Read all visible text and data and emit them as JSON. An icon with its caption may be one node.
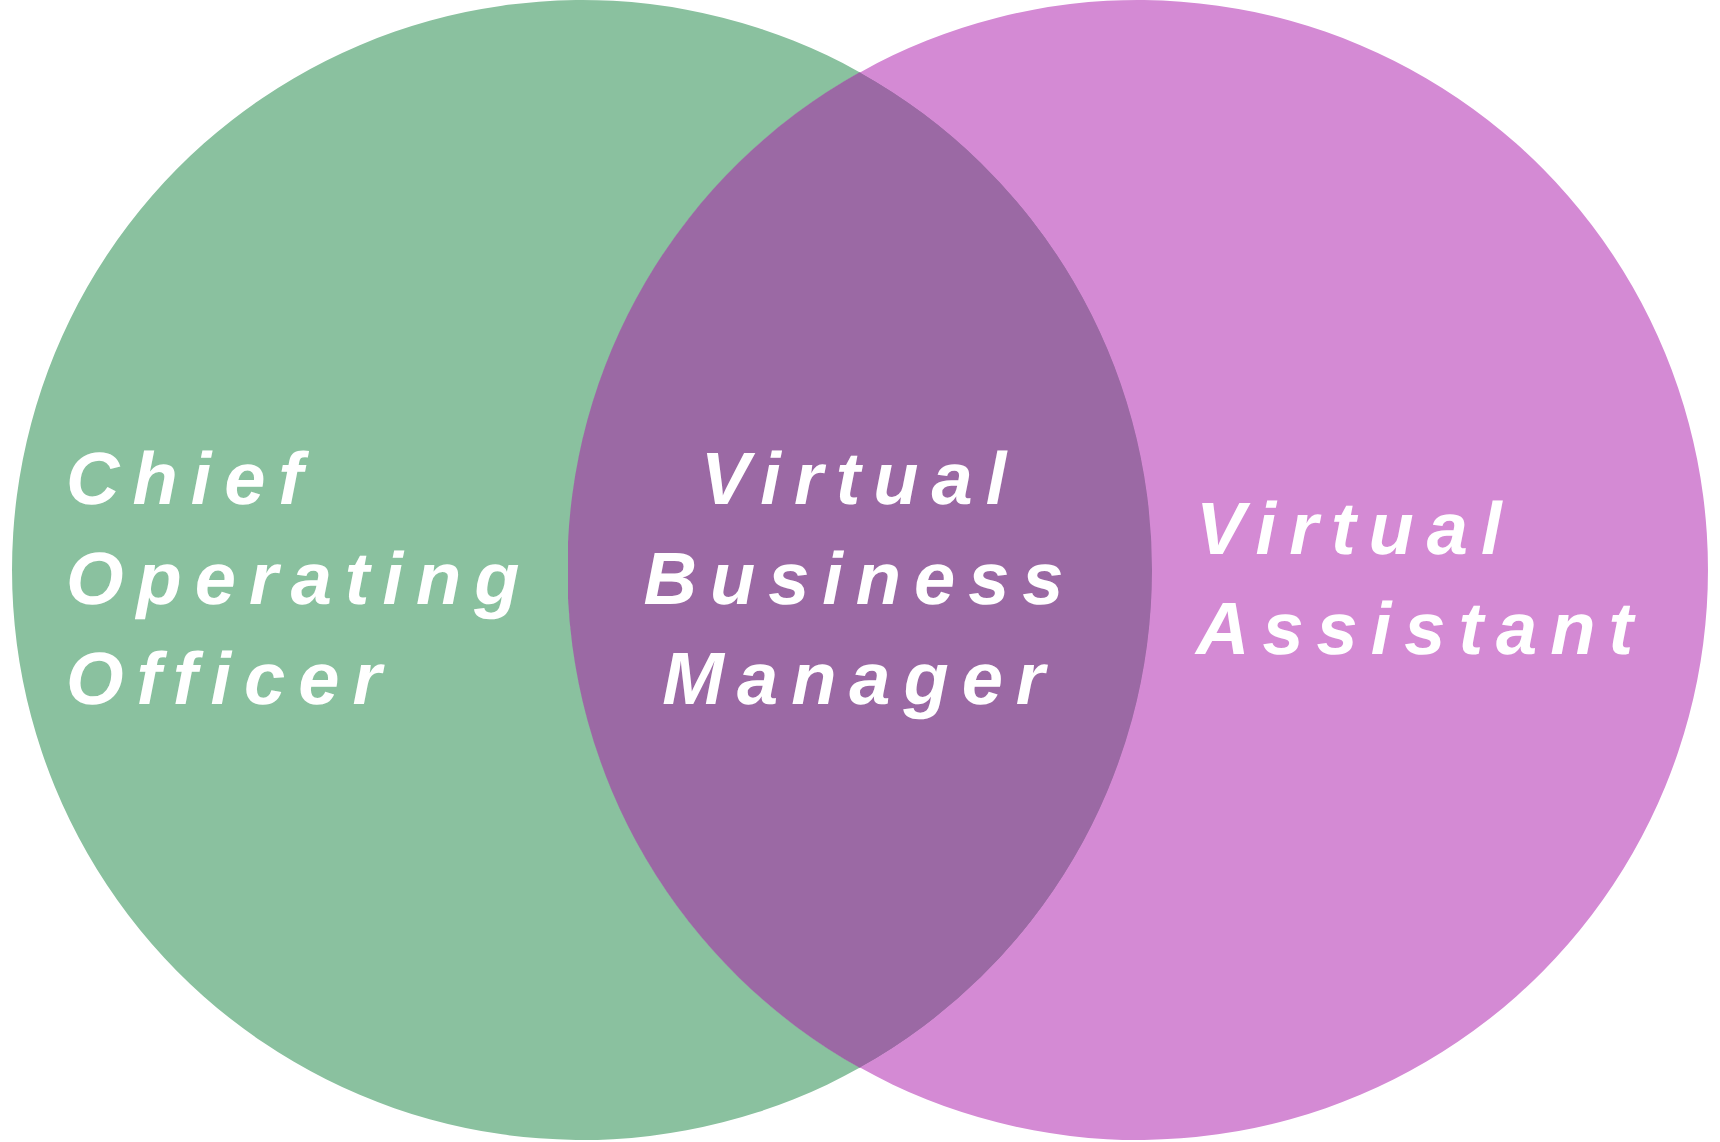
{
  "diagram": {
    "nodes": [
      {
        "text": [
          "Chief Operating Officer"
        ]
      },
      {
        "text": [
          "Virtual Business Manager"
        ]
      },
      {
        "text": [
          "Virtual Assistant"
        ]
      }
    ]
  }
}
